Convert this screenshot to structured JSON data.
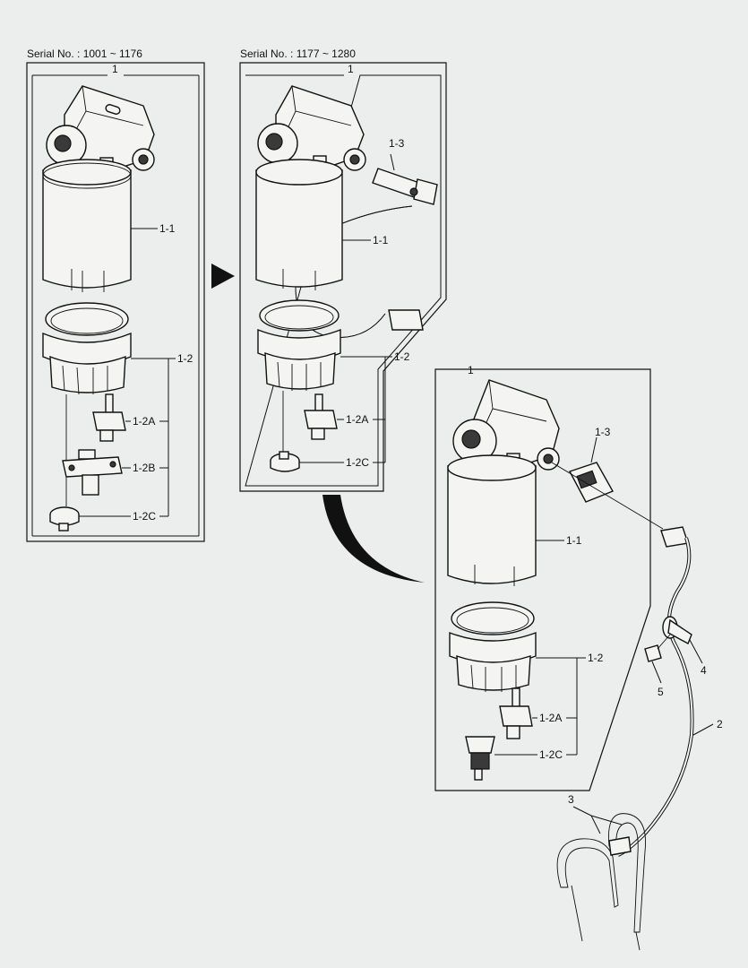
{
  "serial_left": "Serial No. : 1001 ~ 1176",
  "serial_right": "Serial No. : 1177 ~ 1280",
  "labels": {
    "assembly": "1",
    "filter_element": "1-1",
    "filter_bowl": "1-2",
    "sensor_a": "1-2A",
    "sensor_b": "1-2B",
    "drain_plug": "1-2C",
    "connector": "1-3",
    "harness": "2",
    "cable_tie": "3",
    "clamp": "4",
    "bolt": "5"
  }
}
